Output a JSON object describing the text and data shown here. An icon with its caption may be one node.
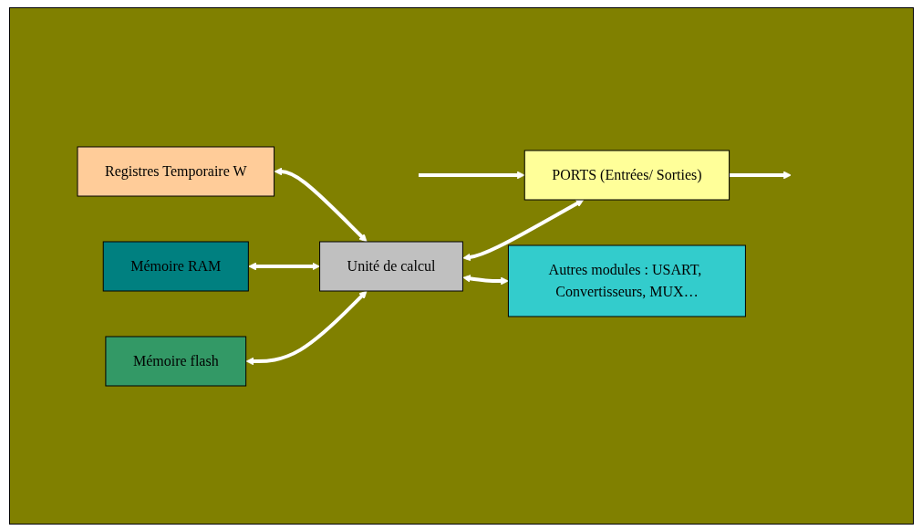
{
  "diagram": {
    "nodes": [
      {
        "text": [
          "Mémoire flash"
        ]
      },
      {
        "text": [
          "Mémoire RAM"
        ]
      },
      {
        "text": [
          "Registres Temporaire W"
        ]
      },
      {
        "text": [
          "Unité de calcul"
        ]
      },
      {
        "text": [
          "PORTS (Entrées/ Sorties)"
        ]
      },
      {
        "text": [
          "Autres modules : USART, Convertisseurs, MUX…"
        ]
      }
    ],
    "edges": [
      {
        "from": 0,
        "to": 3,
        "arrow": "both"
      },
      {
        "from": 1,
        "to": 3,
        "arrow": "both"
      },
      {
        "from": 2,
        "to": 3,
        "arrow": "both"
      },
      {
        "from": 3,
        "to": 4,
        "arrow": "both"
      },
      {
        "from": 3,
        "to": 5,
        "arrow": "both"
      },
      {
        "from": 4,
        "to": null,
        "arrow": "to"
      },
      {
        "from": null,
        "to": 4,
        "arrow": "to"
      }
    ]
  }
}
